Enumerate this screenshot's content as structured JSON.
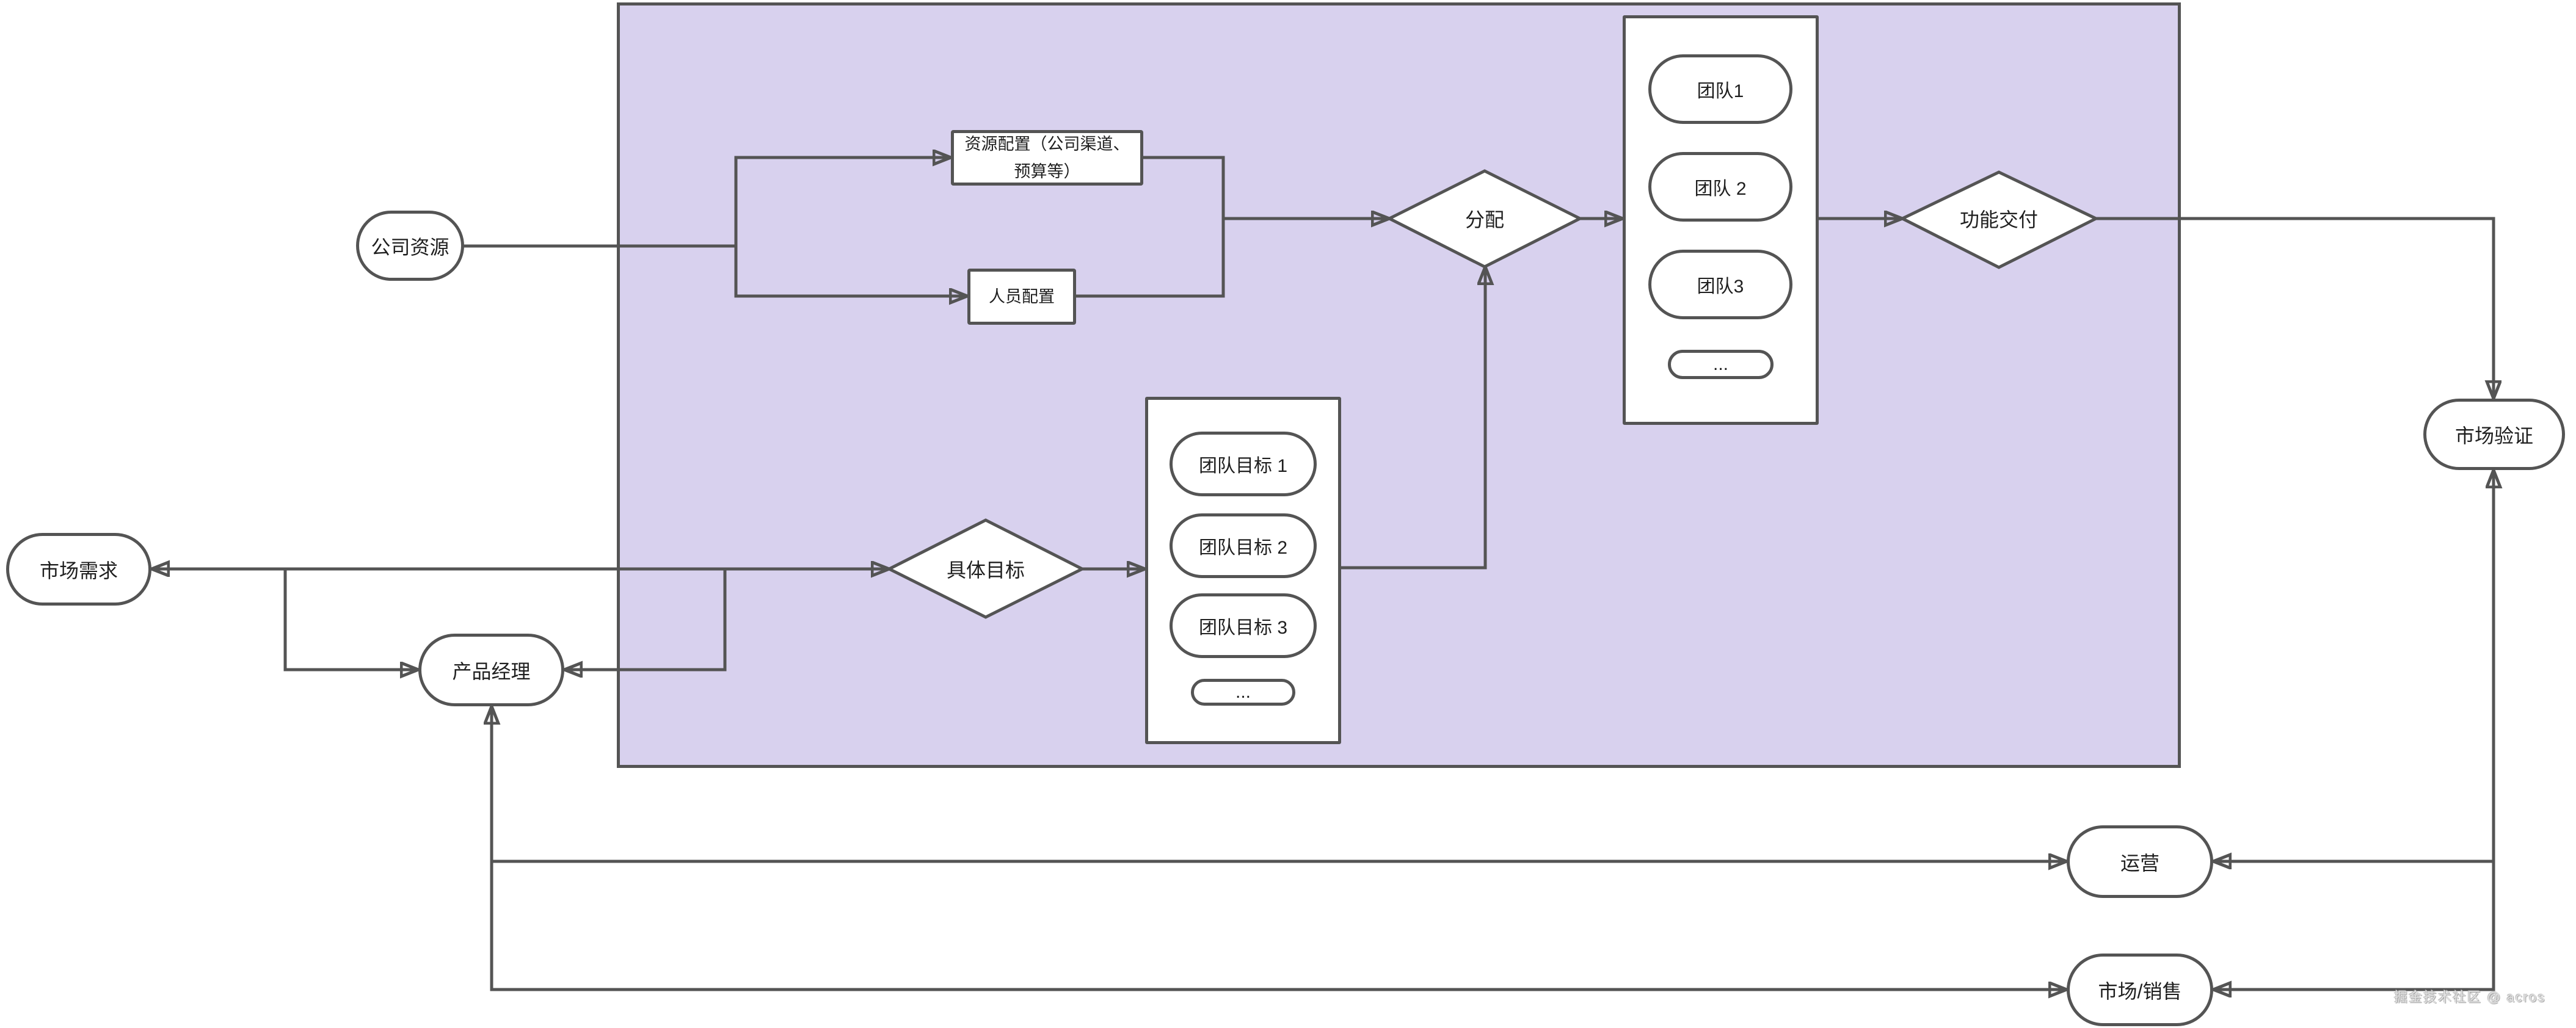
{
  "colors": {
    "region_fill": "#d8d1ee",
    "stroke": "#545454",
    "node_fill": "#ffffff",
    "text": "#1f1f1f",
    "watermark_text": "#e2e2e2"
  },
  "nodes": {
    "company_resources": "公司资源",
    "resource_allocation": "资源配置（公司渠道、预算等）",
    "staff_allocation": "人员配置",
    "allocate": "分配",
    "teams": [
      "团队1",
      "团队 2",
      "团队3",
      "..."
    ],
    "feature_delivery": "功能交付",
    "market_validation": "市场验证",
    "market_demand": "市场需求",
    "specific_goals": "具体目标",
    "team_goals": [
      "团队目标 1",
      "团队目标 2",
      "团队目标 3",
      "..."
    ],
    "product_manager": "产品经理",
    "operations": "运营",
    "marketing_sales": "市场/销售"
  },
  "watermark": "掘金技术社区 @ acros"
}
